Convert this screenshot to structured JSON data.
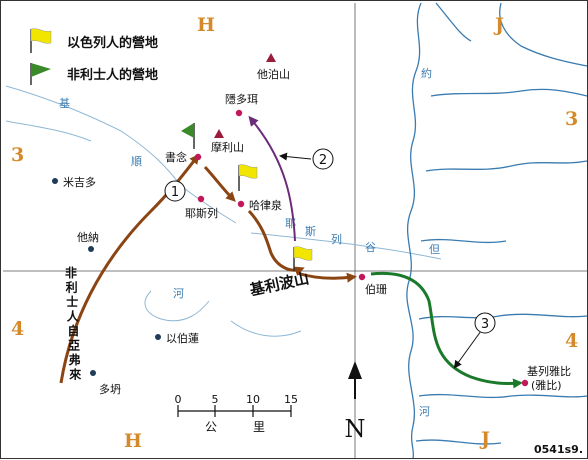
{
  "legend": {
    "israelite_camp": "以色列人的營地",
    "philistine_camp": "非利士人的營地"
  },
  "grid": {
    "col_h_top": "H",
    "col_j_top": "J",
    "col_h_bottom": "H",
    "col_j_bottom": "J",
    "row_3_left": "3",
    "row_3_right": "3",
    "row_4_left": "4",
    "row_4_right": "4"
  },
  "places": {
    "mount_tabor": "他泊山",
    "endor": "隱多珥",
    "hill_of_moreh": "摩利山",
    "shunem": "書念",
    "jezreel": "耶斯列",
    "spring_of_harod": "哈律泉",
    "michmethath": "米吉多",
    "taanach": "他納",
    "ibleam": "以伯蓮",
    "dothan": "多坍",
    "bethshan": "伯珊",
    "jabesh_gilead_1": "基列雅比",
    "jabesh_gilead_2": "(雅比)"
  },
  "mountains": {
    "gilboa": "基利波山"
  },
  "rivers": {
    "kishon": [
      "基",
      "順",
      "河"
    ],
    "jezreel_valley": [
      "耶",
      "斯",
      "列",
      "谷"
    ],
    "jordan_upper": "約",
    "jordan_middle": "但",
    "jordan_lower": "河"
  },
  "route_labels": {
    "route_1": "1",
    "route_2": "2",
    "route_3": "3",
    "philistines_from_aphek": "非利士人自亞弗來"
  },
  "scale": {
    "ticks": [
      "0",
      "5",
      "10",
      "15"
    ],
    "unit_1": "公",
    "unit_2": "里"
  },
  "north": "N",
  "map_code": "0541s9.",
  "colors": {
    "route_brown": "#8b4513",
    "route_purple": "#6b2d7a",
    "route_green": "#1a7a2a",
    "river_blue": "#3a7bb0",
    "site_magenta": "#c2185b",
    "grid_orange": "#d48a2a",
    "flag_yellow": "#f2e600",
    "flag_green": "#3a8a2a"
  }
}
